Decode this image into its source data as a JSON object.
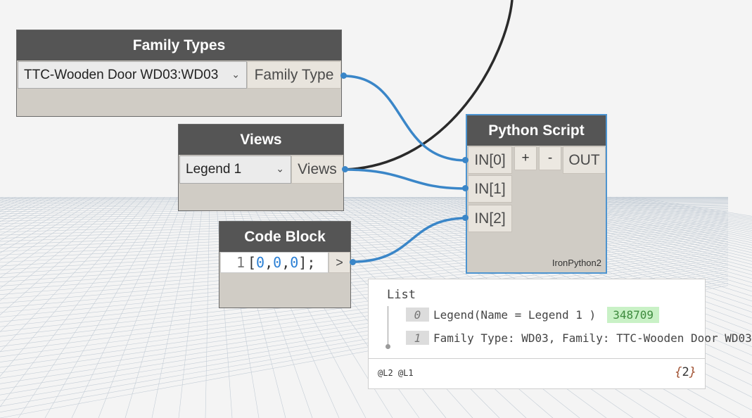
{
  "nodes": {
    "family_types": {
      "title": "Family Types",
      "dropdown_value": "TTC-Wooden Door WD03:WD03",
      "output_port": "Family Type"
    },
    "views": {
      "title": "Views",
      "dropdown_value": "Legend 1",
      "output_port": "Views"
    },
    "code_block": {
      "title": "Code Block",
      "line_number": "1",
      "code_open": "[",
      "v1": "0",
      "c1": ",",
      "v2": "0",
      "c2": ",",
      "v3": "0",
      "code_close": "];",
      "output_port": ">"
    },
    "python_script": {
      "title": "Python Script",
      "inputs": [
        "IN[0]",
        "IN[1]",
        "IN[2]"
      ],
      "add_button": "+",
      "remove_button": "-",
      "output_port": "OUT",
      "engine": "IronPython2"
    }
  },
  "preview": {
    "root_label": "List",
    "items": [
      {
        "index": "0",
        "text": "Legend(Name = Legend 1 )",
        "id": "348709"
      },
      {
        "index": "1",
        "text": "Family Type: WD03, Family: TTC-Wooden Door WD03"
      }
    ],
    "levels": "@L2 @L1",
    "count_open": "{",
    "count": "2",
    "count_close": "}"
  },
  "colors": {
    "wire_active": "#3a86c8",
    "wire_default": "#2a2a2a",
    "node_header": "#555555",
    "node_body": "#d0ccc5",
    "selected_border": "#4d94d0",
    "id_highlight": "#c9f1c6"
  }
}
